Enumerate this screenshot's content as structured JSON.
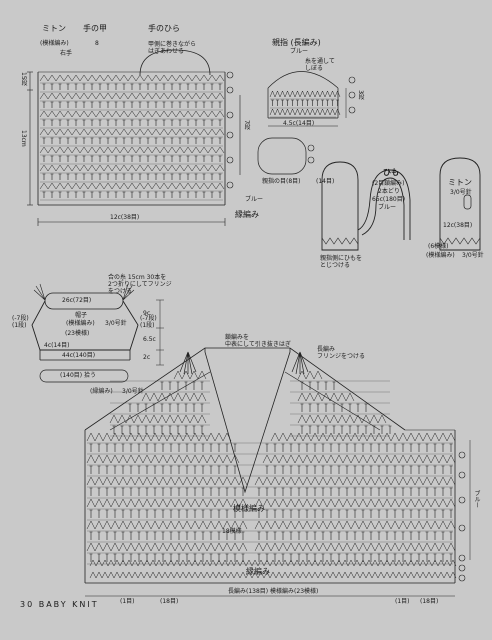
{
  "mitten_chart": {
    "title": "ミトン",
    "back_label": "手の甲",
    "palm_label": "手のひら",
    "pattern_label": "(模様編み)",
    "count_label": "8",
    "right_label": "右手",
    "top_note": "甲側に巻きながら\nはぎあわせる",
    "left_dim_1": "15段",
    "left_dim_2": "13cm",
    "right_dim": "7段",
    "bottom_dim": "12c(38目)",
    "ribbing": "縁編み",
    "yarn": "ブルー"
  },
  "thumb_chart": {
    "title": "親指 (長編み)",
    "yarn": "ブルー",
    "note": "糸を通して\nしぼる",
    "right_dim": "3段",
    "bottom_dim": "4.5c(14目)"
  },
  "thumb_base": {
    "note": "親指の目(8目)",
    "dim": "(14目)"
  },
  "cord_diagram": {
    "title": "ひも",
    "sub": "(2目鎖編み)",
    "sub2": "2本どり",
    "length": "65c(180目)",
    "yarn": "ブルー",
    "attach_note": "親指側にひもを\nとじつける"
  },
  "mitten_outline": {
    "title": "ミトン",
    "hook": "3/0号針",
    "top_dim": "12c(38目)",
    "rows": "(6模様)",
    "pattern": "(模様編み)",
    "hook2": "3/0号針"
  },
  "hat_diagram": {
    "fringe_note": "合の糸 15cm 30本を\n2つ折りにしてフリンジ\nをつける",
    "top_dim": "26c(72目)",
    "left_rows": "(-7段)\n(1段)",
    "right_rows": "(-7段)\n(1段)",
    "title": "帽子",
    "pattern": "(模様編み)",
    "hook": "3/0号針",
    "repeat": "(23模様)",
    "rib_label": "4c(14目)",
    "width": "44c(140目)",
    "width2": "(140目) 拾う",
    "rib": "(縁編み)",
    "hook3": "3/0号針",
    "right_dim_1": "9c",
    "right_dim_2": "6.5c",
    "right_dim_3": "2c"
  },
  "hat_chart": {
    "top_note": "鎖編みを\n中表にして引き抜きはぎ",
    "fringe": "長編み\nフリンジをつける",
    "center_pattern": "模様編み",
    "side_note": "18模様",
    "ribbing": "縁編み",
    "yarn": "ブルー",
    "bottom_label": "長編み(138目) 模様編み(23模様)",
    "left_mark": "(1目)",
    "mid_mark": "(18目)",
    "right_mark_1": "(1目)",
    "right_mark_2": "(18目)"
  },
  "footer": "30 BABY KNIT",
  "colors": {
    "background": "#c9c9c9",
    "ink": "#222222"
  }
}
